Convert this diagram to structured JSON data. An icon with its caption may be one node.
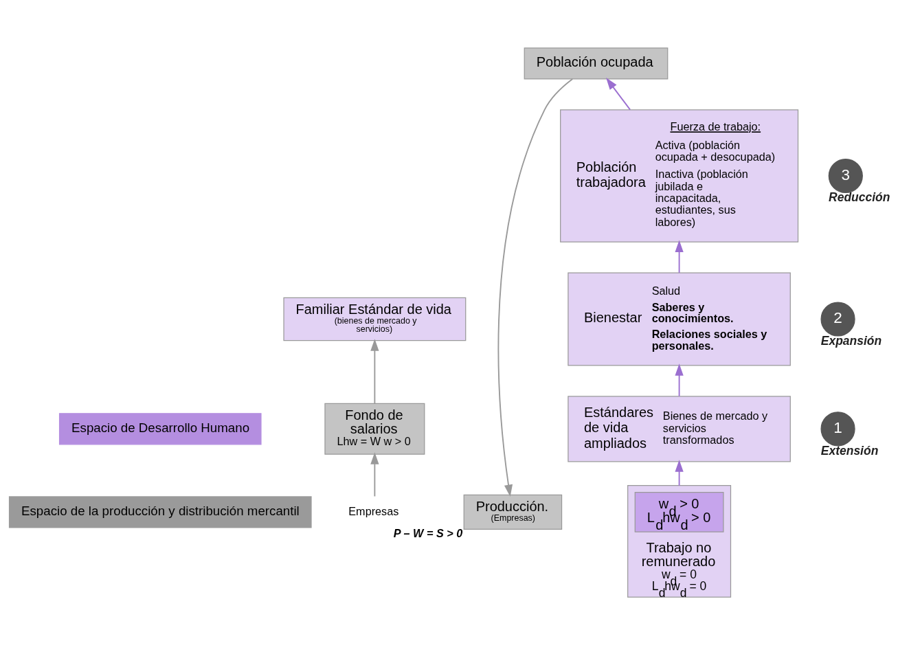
{
  "diagram": {
    "nodes": [
      {
        "text": [
          "Espacio de la producción y distribución mercantil"
        ]
      },
      {
        "text": [
          "Espacio de Desarrollo Humano"
        ]
      },
      {
        "text": [
          "Fondo de salarios",
          "Lhw = W w > 0"
        ]
      },
      {
        "text": [
          "Empresas"
        ]
      },
      {
        "text": [
          "Producción.",
          "(Empresas)"
        ],
        "beside": [
          "P – W = S > 0"
        ]
      },
      {
        "text": [
          "Población ocupada"
        ]
      },
      {
        "text": [
          "Familiar Estándar de vida",
          "(bienes de mercado y servicios)"
        ]
      },
      {
        "text": [
          "Población trabajadora",
          "Fuerza de trabajo:",
          "Activa (población ocupada + desocupada)",
          "Inactiva (población jubilada e incapacitada, estudiantes, sus labores)"
        ]
      },
      {
        "text": [
          "Trabajo no remunerado",
          "w$_{d}$ = 0 L$_{d}$hw$_{d}$ = 0"
        ]
      },
      {
        "text": [
          "w$_{d}$ > 0 L$_{d}$hw$_{d}$ > 0"
        ],
        "in": 8
      },
      {
        "text": [
          "3"
        ],
        "beside": [
          "Reducción"
        ]
      },
      {
        "text": [
          "2"
        ],
        "beside": [
          "Expansión"
        ]
      },
      {
        "text": [
          "Bienestar",
          "Salud",
          "Saberes y conocimientos.",
          "Relaciones sociales y personales."
        ]
      },
      {
        "text": [
          "1"
        ],
        "beside": [
          "Extensión"
        ]
      },
      {
        "text": [
          "Estándares de vida ampliados",
          "Bienes de mercado y servicios transformados"
        ]
      }
    ],
    "edges": [
      {
        "from": 3,
        "to": 2,
        "arrow": "to",
        "color": "#999999"
      },
      {
        "from": 2,
        "to": 6,
        "arrow": "to",
        "color": "#999999"
      },
      {
        "from": 5,
        "to": 4,
        "arrow": "to",
        "color": "#999999"
      },
      {
        "from": 7,
        "to": 5,
        "arrow": "to"
      },
      {
        "from": 12,
        "to": 7,
        "arrow": "to"
      },
      {
        "from": 14,
        "to": 12,
        "arrow": "to"
      },
      {
        "from": 8,
        "to": 14,
        "arrow": "to"
      }
    ]
  }
}
